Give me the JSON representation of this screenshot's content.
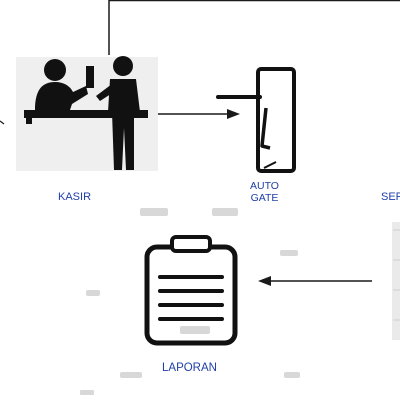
{
  "nodes": {
    "kasir": {
      "label": "KASIR",
      "icon": "cashier-icon"
    },
    "auto_gate": {
      "line1": "AUTO",
      "line2": "GATE",
      "icon": "turnstile-gate-icon"
    },
    "server": {
      "label": "SER",
      "icon": "server-icon"
    },
    "laporan": {
      "label": "LAPORAN",
      "icon": "clipboard-icon"
    }
  },
  "edges": [
    {
      "from": "kasir",
      "to": "auto_gate"
    },
    {
      "from": "server",
      "to": "laporan"
    },
    {
      "from": "kasir",
      "to": "server"
    }
  ],
  "colors": {
    "label": "#1f3fa8",
    "stroke": "#1a1a1a"
  }
}
